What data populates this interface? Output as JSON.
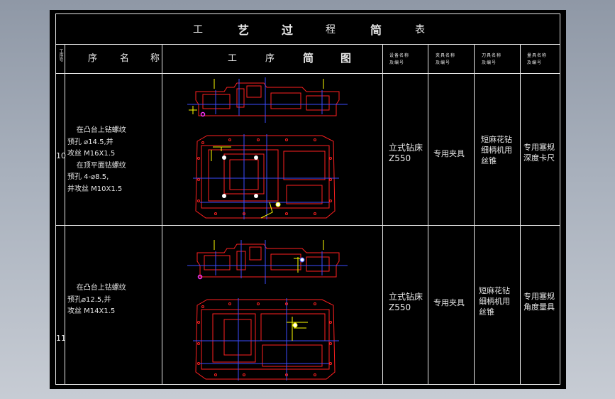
{
  "table": {
    "title_chars": [
      "工",
      "艺",
      "过",
      "程",
      "简",
      "表"
    ],
    "headers": {
      "seq_no": "工序号",
      "process_name_chars": [
        "序",
        "名",
        "称"
      ],
      "sketch_chars": [
        "工",
        "序",
        "简",
        "图"
      ],
      "equipment": [
        "设备名称",
        "及编号"
      ],
      "fixture": [
        "夹具名称",
        "及编号"
      ],
      "cutting_tool": [
        "刀具名称",
        "及编号"
      ],
      "measuring_tool": [
        "量具名称",
        "及编号"
      ]
    },
    "rows": [
      {
        "seq": "10",
        "process": "    在凸台上钻螺纹\n预孔 ⌀14.5,并\n攻丝 M16X1.5\n    在顶平面钻螺纹\n预孔 4-⌀8.5,\n并攻丝 M10X1.5",
        "equipment": "立式钻床\nZ550",
        "fixture": "专用夹具",
        "cutting_tool": "短麻花钻\n细柄机用\n丝锥",
        "measuring_tool": "专用塞规\n深度卡尺"
      },
      {
        "seq": "11",
        "process": "    在凸台上钻螺纹\n预孔⌀12.5,并\n攻丝 M14X1.5",
        "equipment": "立式钻床\nZ550",
        "fixture": "专用夹具",
        "cutting_tool": "短麻花钻\n细柄机用\n丝锥",
        "measuring_tool": "专用塞规\n角度量具"
      }
    ]
  },
  "colors": {
    "background": "#000000",
    "lines": "#e8e8e8",
    "part_outline": "#ff2020",
    "dimension": "#ffff00",
    "center_line": "#3b4dff"
  }
}
